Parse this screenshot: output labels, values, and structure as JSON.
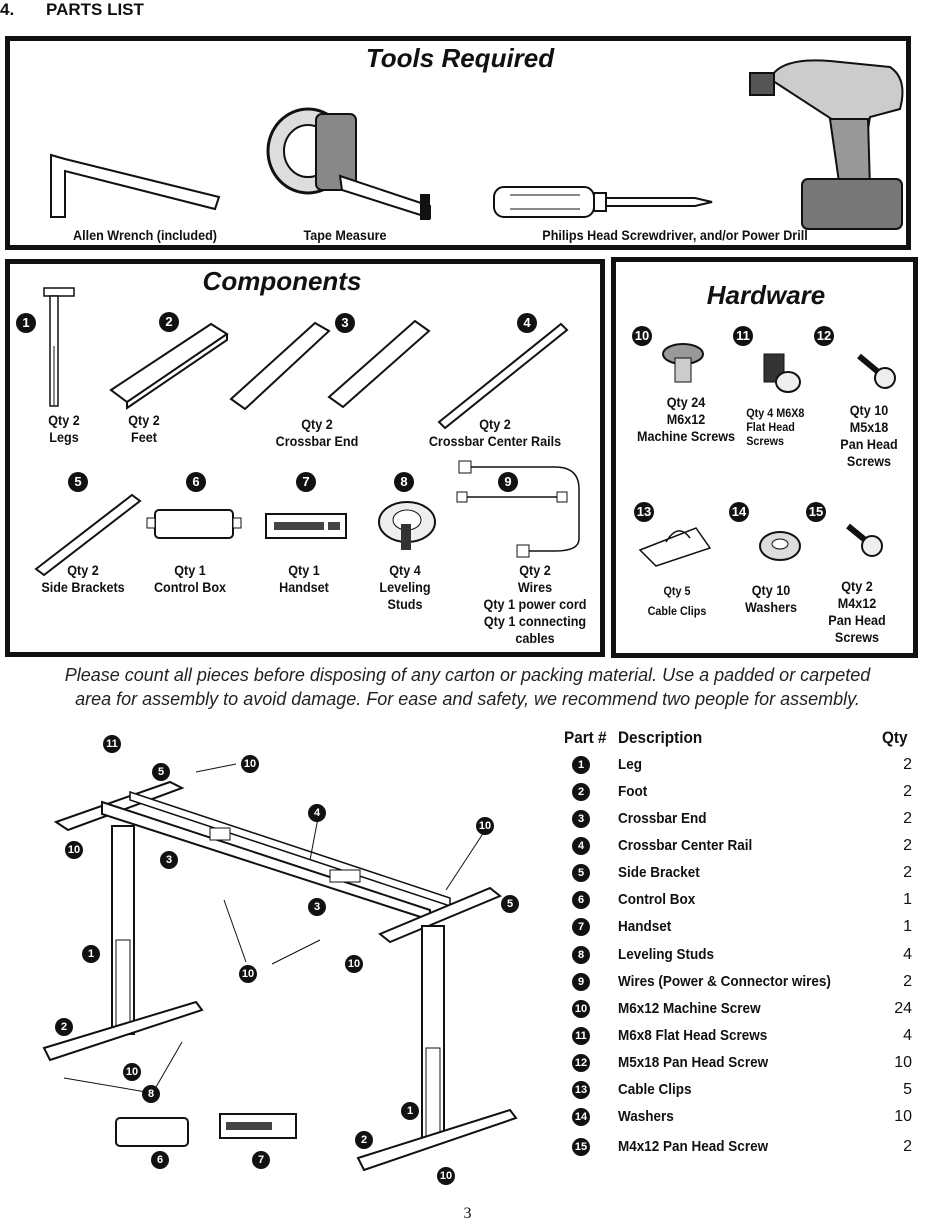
{
  "section": {
    "number": "4.",
    "title": "PARTS LIST"
  },
  "tools": {
    "title": "Tools Required",
    "items": [
      {
        "label": "Allen Wrench (included)",
        "icon": "allen-wrench-icon"
      },
      {
        "label": "Tape Measure",
        "icon": "tape-measure-icon"
      },
      {
        "label": "Philips Head Screwdriver, and/or Power Drill",
        "icon": "screwdriver-and-drill-icon"
      }
    ]
  },
  "components": {
    "title": "Components",
    "items": [
      {
        "num": "1",
        "qty": "Qty 2",
        "name": "Legs"
      },
      {
        "num": "2",
        "qty": "Qty 2",
        "name": "Feet"
      },
      {
        "num": "3",
        "qty": "Qty 2",
        "name": "Crossbar End"
      },
      {
        "num": "4",
        "qty": "Qty 2",
        "name": "Crossbar Center Rails"
      },
      {
        "num": "5",
        "qty": "Qty 2",
        "name": "Side Brackets"
      },
      {
        "num": "6",
        "qty": "Qty 1",
        "name": "Control Box"
      },
      {
        "num": "7",
        "qty": "Qty 1",
        "name": "Handset"
      },
      {
        "num": "8",
        "qty": "Qty 4",
        "name": "Leveling",
        "name2": "Studs"
      },
      {
        "num": "9",
        "qty": "Qty 2",
        "name": "Wires",
        "extra1": "Qty 1 power cord",
        "extra2": "Qty 1 connecting",
        "extra3": "cables"
      }
    ]
  },
  "hardware": {
    "title": "Hardware",
    "items": [
      {
        "num": "10",
        "qty": "Qty 24",
        "size": "M6x12",
        "name": "Machine Screws"
      },
      {
        "num": "11",
        "qty": "Qty 4 M6X8",
        "name": "Flat Head",
        "name2": "Screws"
      },
      {
        "num": "12",
        "qty": "Qty 10",
        "size": "M5x18",
        "name": "Pan Head",
        "name2": "Screws"
      },
      {
        "num": "13",
        "qty": "Qty 5",
        "name": "Cable Clips"
      },
      {
        "num": "14",
        "qty": "Qty 10",
        "name": "Washers"
      },
      {
        "num": "15",
        "qty": "Qty 2",
        "size": "M4x12",
        "name": "Pan Head",
        "name2": "Screws"
      }
    ]
  },
  "note": {
    "line1": "Please count all pieces before disposing of any carton or packing material. Use a padded or carpeted",
    "line2": "area for assembly to avoid damage. For ease and safety, we recommend two people for assembly."
  },
  "diagram": {
    "callouts": [
      "11",
      "5",
      "10",
      "10",
      "4",
      "10",
      "3",
      "5",
      "3",
      "10",
      "10",
      "1",
      "2",
      "10",
      "8",
      "6",
      "7",
      "1",
      "2",
      "10"
    ]
  },
  "parts_table": {
    "headers": {
      "part": "Part #",
      "description": "Description",
      "qty": "Qty"
    },
    "rows": [
      {
        "num": "1",
        "description": "Leg",
        "qty": "2"
      },
      {
        "num": "2",
        "description": "Foot",
        "qty": "2"
      },
      {
        "num": "3",
        "description": "Crossbar End",
        "qty": "2"
      },
      {
        "num": "4",
        "description": "Crossbar Center Rail",
        "qty": "2"
      },
      {
        "num": "5",
        "description": "Side Bracket",
        "qty": "2"
      },
      {
        "num": "6",
        "description": "Control Box",
        "qty": "1"
      },
      {
        "num": "7",
        "description": "Handset",
        "qty": "1"
      },
      {
        "num": "8",
        "description": "Leveling Studs",
        "qty": "4"
      },
      {
        "num": "9",
        "description": "Wires (Power & Connector wires)",
        "qty": "2"
      },
      {
        "num": "10",
        "description": "M6x12 Machine Screw",
        "qty": "24"
      },
      {
        "num": "11",
        "description": "M6x8 Flat Head Screws",
        "qty": "4"
      },
      {
        "num": "12",
        "description": "M5x18 Pan Head Screw",
        "qty": "10"
      },
      {
        "num": "13",
        "description": "Cable Clips",
        "qty": "5"
      },
      {
        "num": "14",
        "description": "Washers",
        "qty": "10"
      },
      {
        "num": "15",
        "description": "M4x12 Pan Head Screw",
        "qty": "2"
      }
    ]
  },
  "page_number": "3"
}
